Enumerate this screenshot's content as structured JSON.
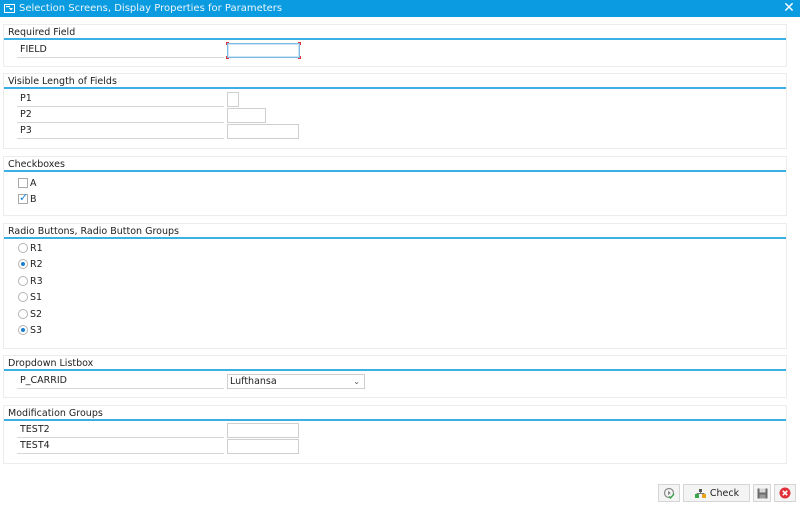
{
  "window": {
    "title": "Selection Screens, Display Properties for Parameters",
    "close_icon": "close-icon",
    "app_icon": "screen-icon"
  },
  "groups": {
    "required": {
      "title": "Required Field",
      "field_label": "FIELD",
      "field_value": ""
    },
    "visible_length": {
      "title": "Visible Length of Fields",
      "fields": [
        {
          "label": "P1",
          "value": ""
        },
        {
          "label": "P2",
          "value": ""
        },
        {
          "label": "P3",
          "value": ""
        }
      ]
    },
    "checkboxes": {
      "title": "Checkboxes",
      "items": [
        {
          "label": "A",
          "checked": false
        },
        {
          "label": "B",
          "checked": true
        }
      ]
    },
    "radios": {
      "title": "Radio Buttons, Radio Button Groups",
      "items": [
        {
          "label": "R1",
          "selected": false
        },
        {
          "label": "R2",
          "selected": true
        },
        {
          "label": "R3",
          "selected": false
        },
        {
          "label": "S1",
          "selected": false
        },
        {
          "label": "S2",
          "selected": false
        },
        {
          "label": "S3",
          "selected": true
        }
      ]
    },
    "dropdown": {
      "title": "Dropdown Listbox",
      "label": "P_CARRID",
      "selected": "Lufthansa"
    },
    "modification": {
      "title": "Modification Groups",
      "fields": [
        {
          "label": "TEST2",
          "value": ""
        },
        {
          "label": "TEST4",
          "value": ""
        }
      ]
    }
  },
  "footer": {
    "execute_icon": "execute-icon",
    "check_label": "Check",
    "check_icon": "check-hierarchy-icon",
    "save_icon": "save-icon",
    "cancel_icon": "cancel-icon"
  },
  "colors": {
    "titlebar": "#0a9be0",
    "accent_line": "#3ab0e6",
    "required_marker": "#e0303a",
    "cancel": "#e0303a"
  }
}
